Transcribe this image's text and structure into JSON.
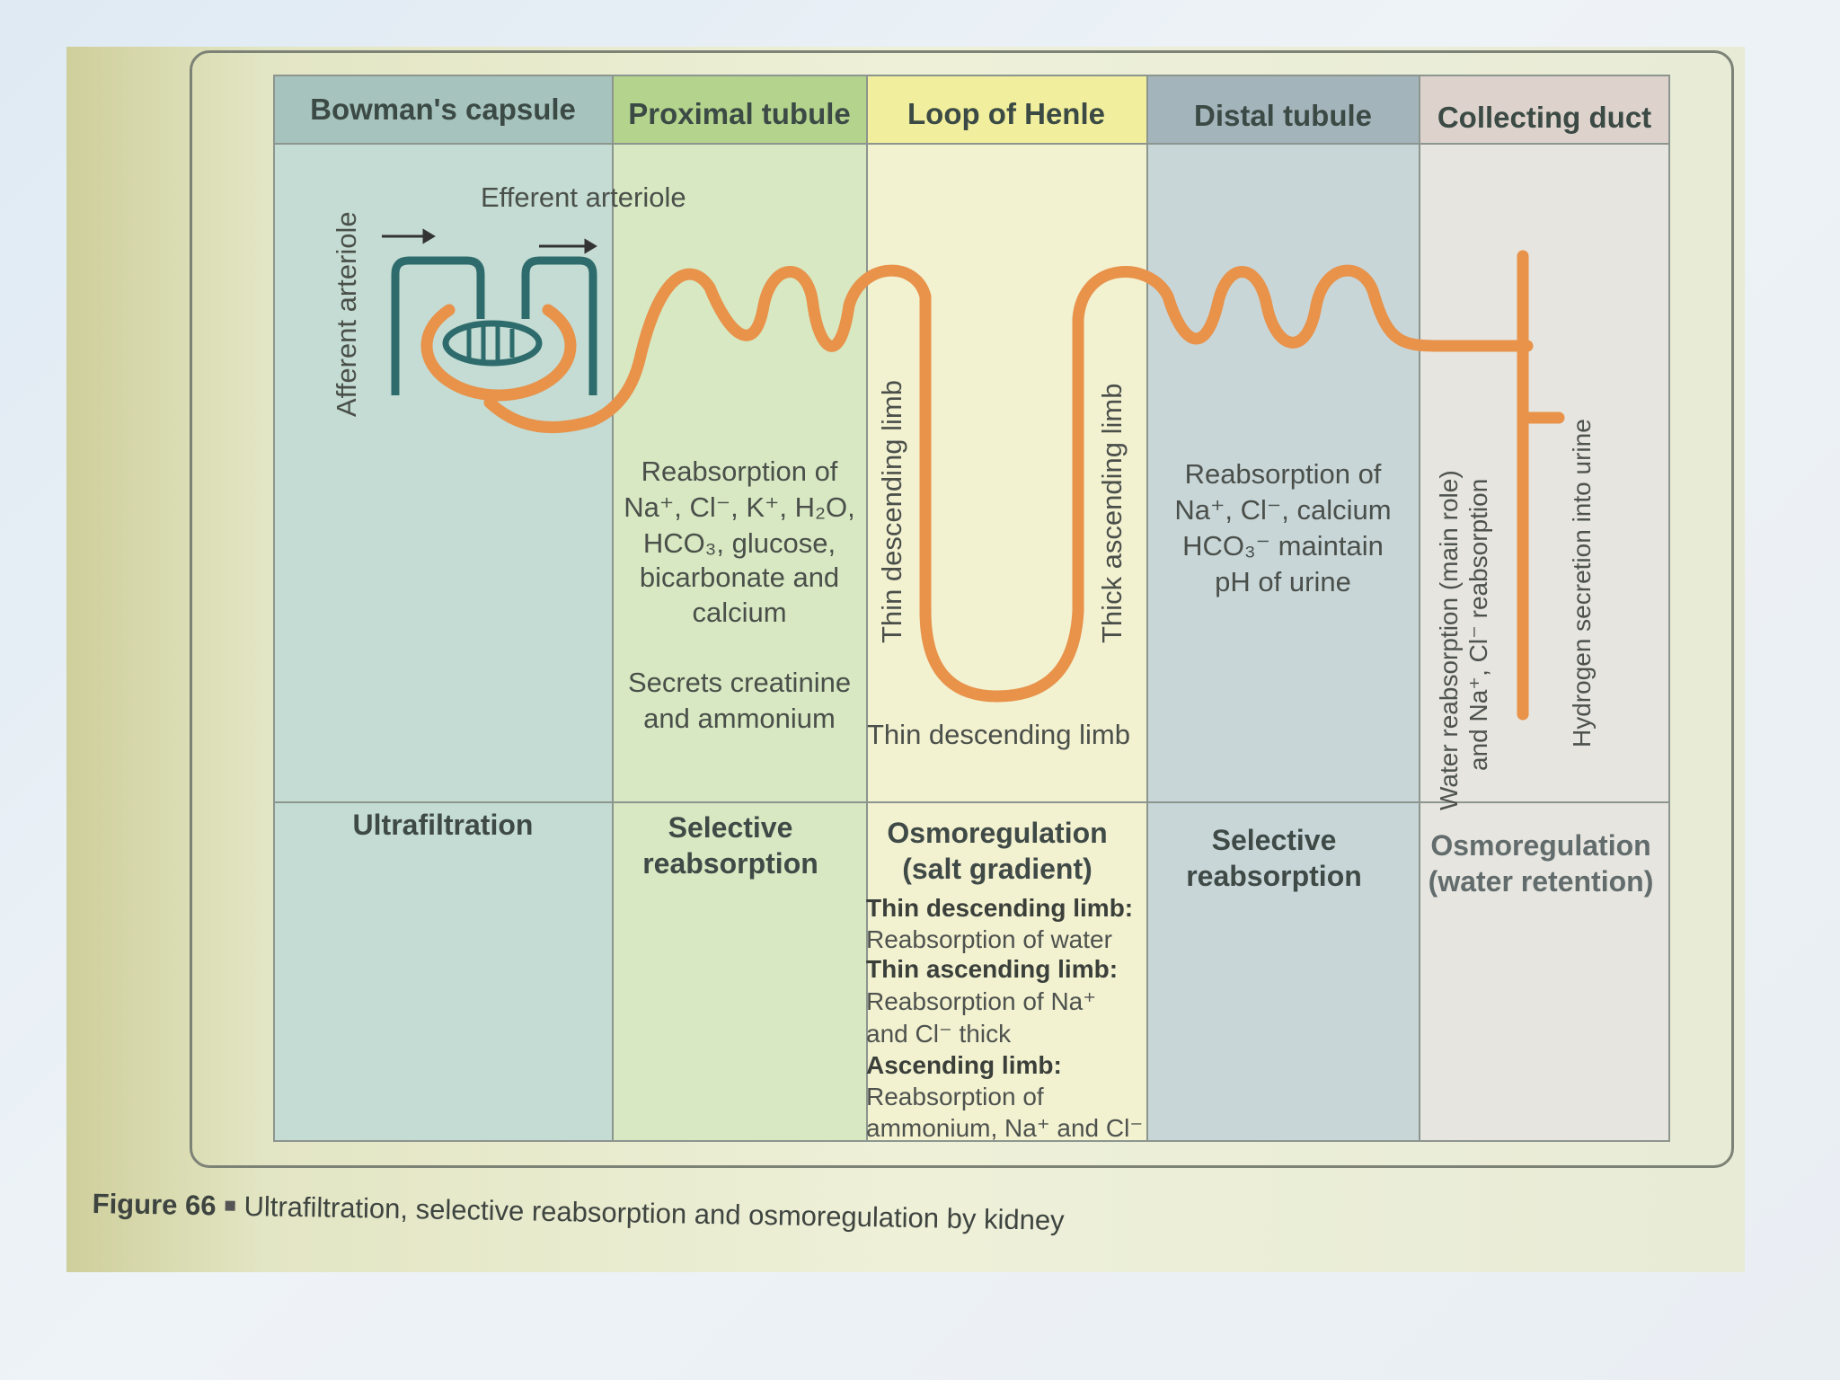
{
  "columns": [
    {
      "title": "Bowman's capsule",
      "header_color": "#a7c3bd",
      "body_color": "#c4dcd3"
    },
    {
      "title": "Proximal tubule",
      "header_color": "#b4d48e",
      "body_color": "#d7e8c2"
    },
    {
      "title": "Loop of Henle",
      "header_color": "#f1ef9d",
      "body_color": "#f2f1d0"
    },
    {
      "title": "Distal tubule",
      "header_color": "#a3b4bb",
      "body_color": "#c8d6d8"
    },
    {
      "title": "Collecting duct",
      "header_color": "#ddd3cc",
      "body_color": "#e6e5df"
    }
  ],
  "nephron_color": "#e8924a",
  "vessel_color": "#2e6b6c",
  "labels": {
    "afferent": "Afferent arteriole",
    "efferent": "Efferent arteriole",
    "thin_descending_vertical": "Thin descending limb",
    "thick_ascending": "Thick ascending limb",
    "thin_descending_bottom": "Thin descending limb",
    "collecting_water": "Water reabsorption (main role)",
    "collecting_water_2": "and Na⁺, Cl⁻ reabsorption",
    "collecting_hydrogen": "Hydrogen secretion into urine"
  },
  "proximal_text": {
    "lines": [
      "Reabsorption of",
      "Na⁺, Cl⁻, K⁺, H₂O,",
      "HCO₃, glucose,",
      "bicarbonate and",
      "calcium"
    ],
    "secretes": [
      "Secrets creatinine",
      "and ammonium"
    ]
  },
  "distal_text": {
    "lines": [
      "Reabsorption of",
      "Na⁺, Cl⁻, calcium",
      "HCO₃⁻ maintain",
      "pH of urine"
    ]
  },
  "functions": {
    "bowman": "Ultrafiltration",
    "proximal": [
      "Selective",
      "reabsorption"
    ],
    "henle": [
      "Osmoregulation",
      "(salt gradient)"
    ],
    "distal": [
      "Selective",
      "reabsorption"
    ],
    "collecting": [
      "Osmoregulation",
      "(water retention)"
    ]
  },
  "henle_details": [
    {
      "heading": "Thin descending limb:",
      "lines": [
        "Reabsorption of water"
      ]
    },
    {
      "heading": "Thin ascending limb:",
      "lines": [
        "Reabsorption of Na⁺",
        "and Cl⁻ thick"
      ]
    },
    {
      "heading": "Ascending limb:",
      "lines": [
        "Reabsorption of",
        "ammonium, Na⁺ and Cl⁻"
      ]
    }
  ],
  "caption": {
    "label": "Figure 66",
    "text": "Ultrafiltration, selective reabsorption and osmoregulation by kidney"
  }
}
